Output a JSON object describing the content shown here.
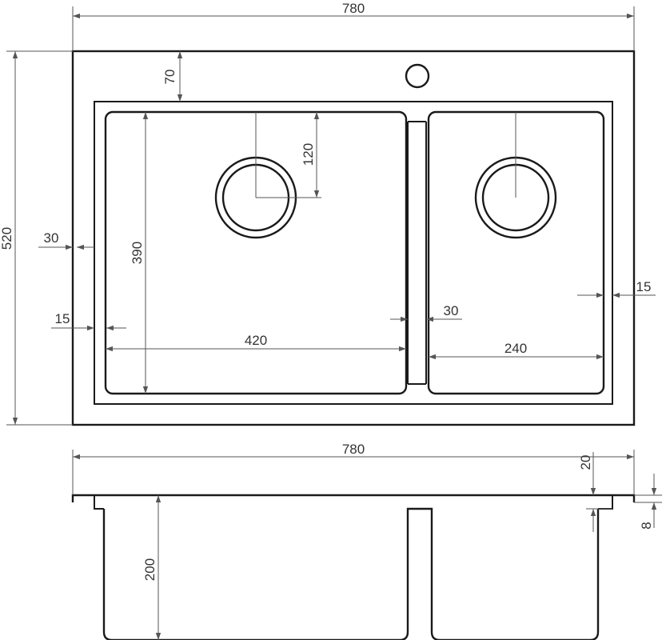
{
  "dimensions": {
    "top_width": "780",
    "height": "520",
    "offset_top": "70",
    "offset_side": "30",
    "bowl_radius_offset": "15",
    "bowl_left_height": "390",
    "drain_offset": "120",
    "bowl_left_width": "420",
    "divider": "30",
    "bowl_right_width": "240",
    "right_offset": "15",
    "side_width": "780",
    "rim_thickness": "20",
    "lip": "8",
    "bowl_depth": "200"
  }
}
